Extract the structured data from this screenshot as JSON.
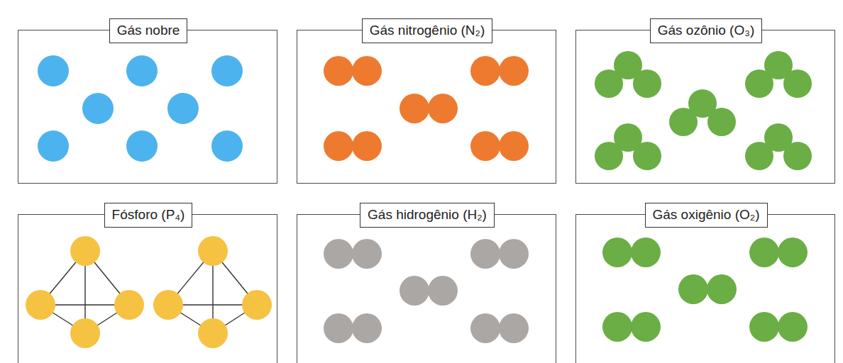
{
  "diagram": {
    "nodes": [
      {
        "text": [
          "Gás nobre"
        ]
      },
      {
        "text": [
          "Gás nitrogênio (N₂)"
        ]
      },
      {
        "text": [
          "Gás ozônio (O₃)"
        ]
      },
      {
        "text": [
          "Fósforo (P₄)"
        ]
      },
      {
        "text": [
          "Gás hidrogênio (H₂)"
        ]
      },
      {
        "text": [
          "Gás oxigênio (O₂)"
        ]
      }
    ]
  }
}
